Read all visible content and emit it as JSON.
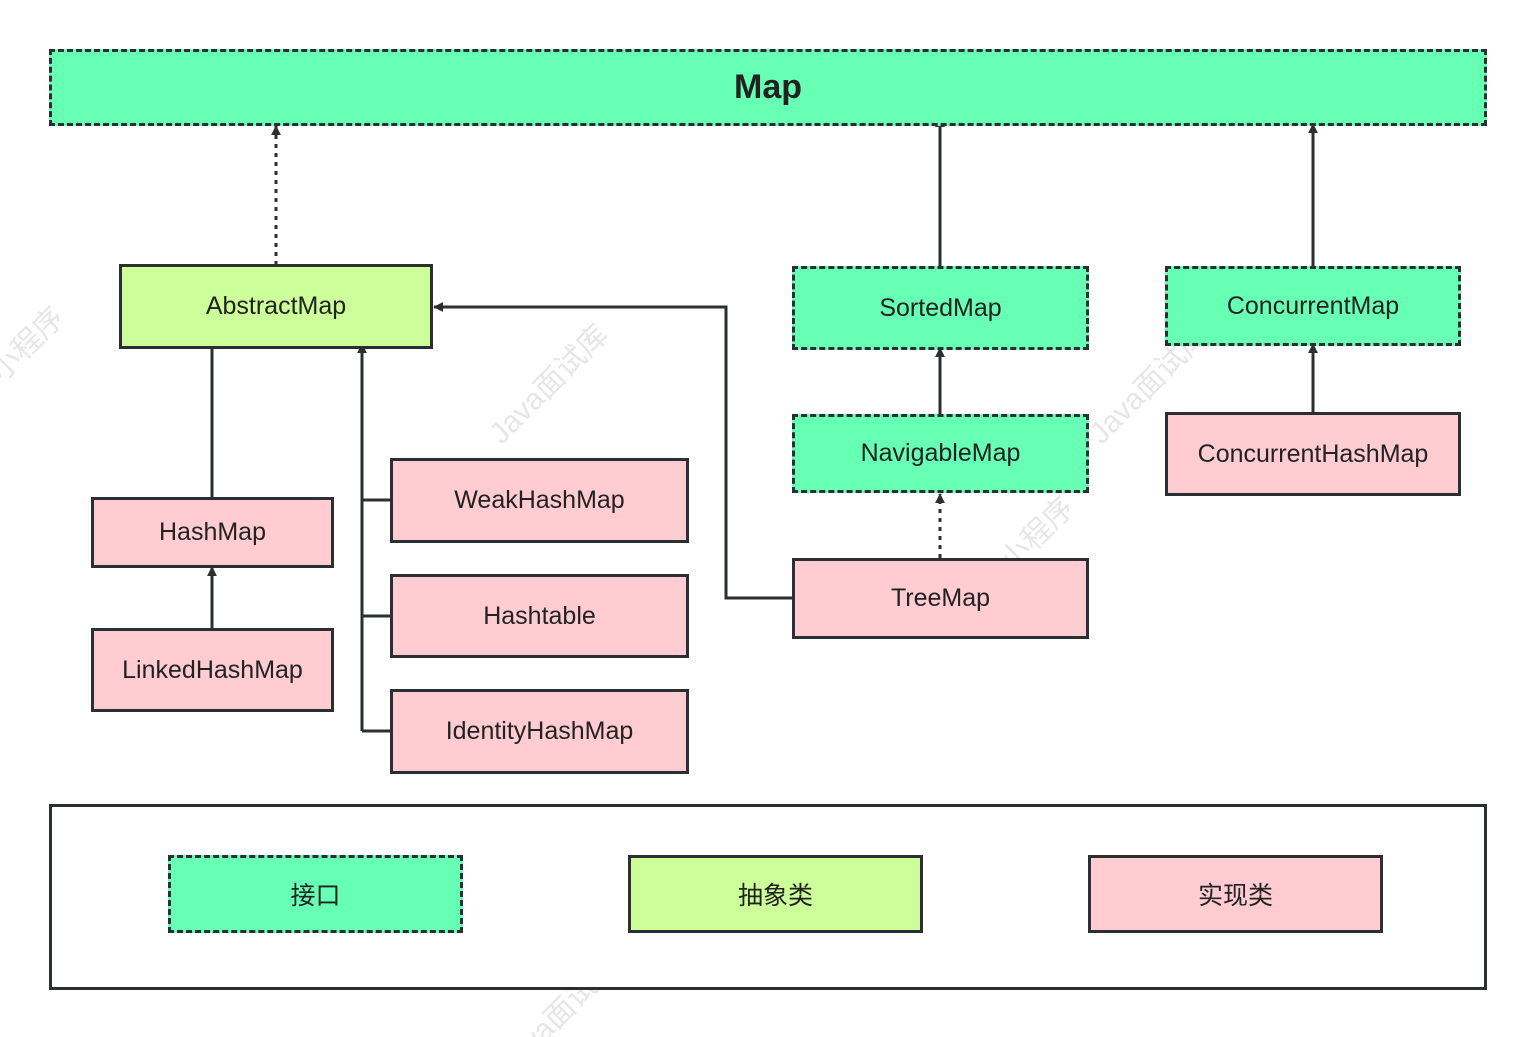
{
  "nodes": {
    "map": "Map",
    "abstract_map": "AbstractMap",
    "sorted_map": "SortedMap",
    "concurrent_map": "ConcurrentMap",
    "navigable_map": "NavigableMap",
    "concurrent_hash_map": "ConcurrentHashMap",
    "hash_map": "HashMap",
    "linked_hash_map": "LinkedHashMap",
    "weak_hash_map": "WeakHashMap",
    "hashtable": "Hashtable",
    "identity_hash_map": "IdentityHashMap",
    "tree_map": "TreeMap"
  },
  "legend": {
    "interface": "接口",
    "abstract_class": "抽象类",
    "implementation_class": "实现类"
  },
  "watermarks": [
    "Java面试库",
    "Java面试库",
    "小程序",
    "Java面试库",
    "小程序"
  ],
  "colors": {
    "interface_fill": "#66ffb3",
    "abstract_fill": "#ccff99",
    "implementation_fill": "#ffccd2",
    "stroke": "#2b2f33"
  },
  "edges": [
    {
      "from": "abstract_map",
      "to": "map",
      "style": "dotted"
    },
    {
      "from": "sorted_map",
      "to": "map",
      "style": "solid"
    },
    {
      "from": "concurrent_map",
      "to": "map",
      "style": "solid"
    },
    {
      "from": "hash_map",
      "to": "abstract_map",
      "style": "solid"
    },
    {
      "from": "linked_hash_map",
      "to": "hash_map",
      "style": "solid"
    },
    {
      "from": "weak_hash_map",
      "to": "abstract_map",
      "style": "solid"
    },
    {
      "from": "hashtable",
      "to": "abstract_map",
      "style": "solid"
    },
    {
      "from": "identity_hash_map",
      "to": "abstract_map",
      "style": "solid"
    },
    {
      "from": "tree_map",
      "to": "abstract_map",
      "style": "solid"
    },
    {
      "from": "navigable_map",
      "to": "sorted_map",
      "style": "solid"
    },
    {
      "from": "tree_map",
      "to": "navigable_map",
      "style": "dotted"
    },
    {
      "from": "concurrent_hash_map",
      "to": "concurrent_map",
      "style": "solid"
    }
  ]
}
